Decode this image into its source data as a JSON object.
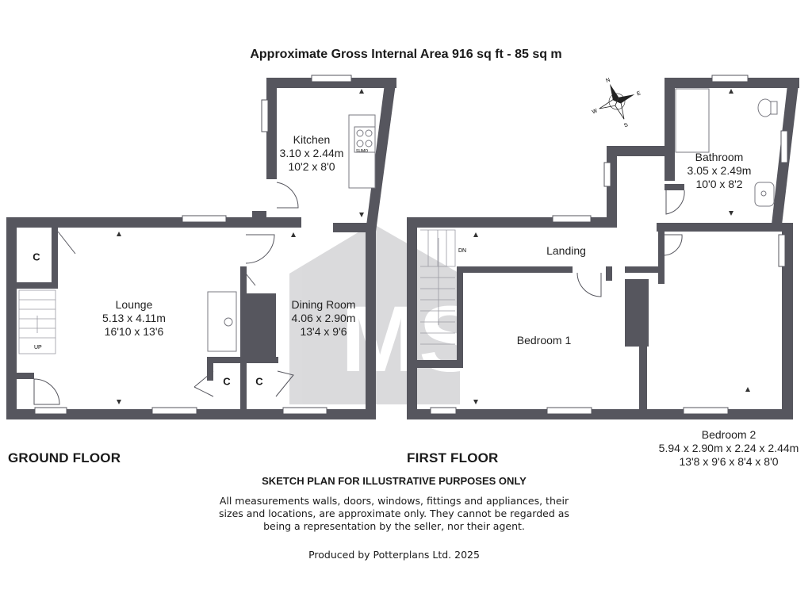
{
  "header": {
    "area": "Approximate Gross Internal Area 916 sq ft - 85 sq m"
  },
  "ground_floor": {
    "title": "GROUND FLOOR",
    "rooms": [
      {
        "name": "Kitchen",
        "metric": "3.10 x 2.44m",
        "imperial": "10'2 x 8'0"
      },
      {
        "name": "Lounge",
        "metric": "5.13 x 4.11m",
        "imperial": "16'10 x 13'6"
      },
      {
        "name": "Dining Room",
        "metric": "4.06 x 2.90m",
        "imperial": "13'4 x 9'6"
      }
    ],
    "cupboard_label": "C",
    "stairs_label": "UP",
    "hob_label": "SUMO"
  },
  "first_floor": {
    "title": "FIRST FLOOR",
    "rooms": [
      {
        "name": "Bathroom",
        "metric": "3.05 x 2.49m",
        "imperial": "10'0 x 8'2"
      },
      {
        "name": "Landing"
      },
      {
        "name": "Bedroom 1"
      },
      {
        "name": "Bedroom 2",
        "metric": "5.94 x 2.90m x 2.24 x 2.44m",
        "imperial": "13'8 x 9'6 x 8'4 x 8'0"
      }
    ],
    "stairs_label": "DN"
  },
  "watermark": {
    "text": "MS",
    "color": "#5b5b66"
  },
  "compass": {
    "north": "N",
    "south": "S",
    "east": "E",
    "west": "W"
  },
  "disclaimer": {
    "heading": "SKETCH PLAN FOR ILLUSTRATIVE PURPOSES ONLY",
    "lines": [
      "All measurements walls, doors, windows, fittings and appliances, their",
      "sizes and locations, are approximate only. They cannot be regarded as",
      "being a representation by the seller, nor their agent."
    ],
    "credit": "Produced by Potterplans Ltd. 2025"
  },
  "colors": {
    "walls": "#56565e",
    "watermark": "#5b5b66",
    "background": "#ffffff"
  }
}
